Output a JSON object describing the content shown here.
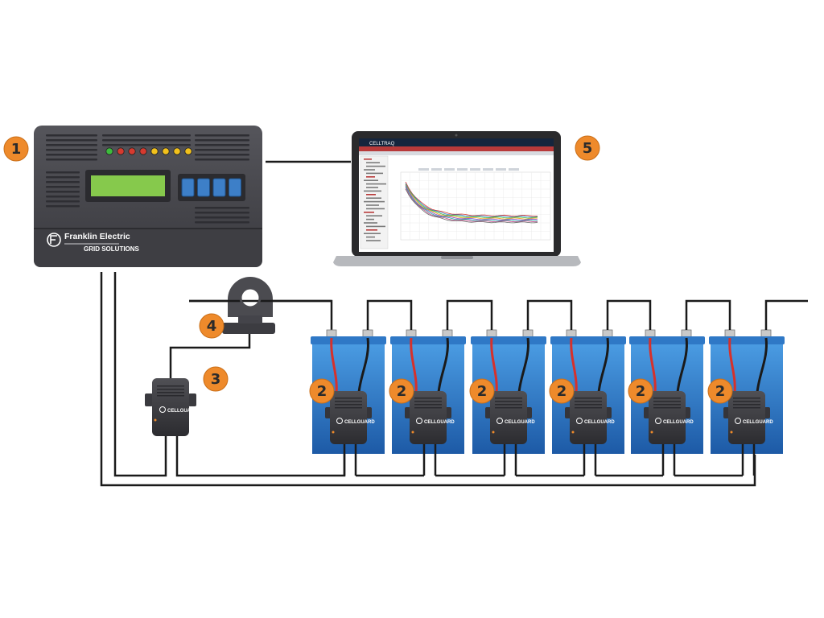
{
  "colors": {
    "badge": "#ee8a2b",
    "battery_top": "#3f8fd9",
    "battery_bottom": "#1e5aa8",
    "wire": "#1a1a1a",
    "red_wire": "#d6312b",
    "controller_body": "#4a4a4f",
    "lcd": "#7fc34a",
    "button_blue": "#3d7fc8"
  },
  "controller": {
    "brand_line1": "Franklin Electric",
    "brand_line2": "GRID SOLUTIONS",
    "leds": [
      "green",
      "red",
      "red",
      "red",
      "yellow",
      "yellow",
      "yellow",
      "yellow"
    ]
  },
  "module": {
    "name": "CELLGUARD"
  },
  "laptop": {
    "app_title": "CELLTRAQ"
  },
  "badges": {
    "controller": "1",
    "module": "2",
    "current_module": "3",
    "current_sensor": "4",
    "laptop": "5"
  },
  "batteries": [
    {
      "badge": "2"
    },
    {
      "badge": "2"
    },
    {
      "badge": "2"
    },
    {
      "badge": "2"
    },
    {
      "badge": "2"
    },
    {
      "badge": "2"
    }
  ]
}
